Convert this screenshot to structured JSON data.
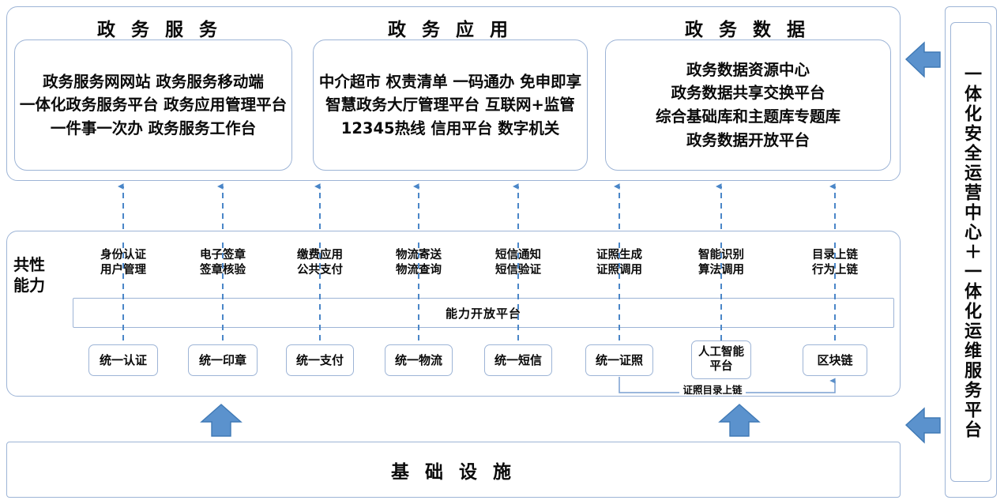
{
  "diagram": {
    "accent_color": "#4a86c8",
    "outline_color": "#9db4d6",
    "text_color": "#0a0a0a"
  },
  "top": {
    "columns": [
      {
        "title": "政 务 服 务",
        "lines": [
          "政务服务网网站 政务服务移动端",
          "一体化政务服务平台 政务应用管理平台",
          "一件事一次办 政务服务工作台"
        ]
      },
      {
        "title": "政 务 应 用",
        "lines": [
          "中介超市 权责清单 一码通办 免申即享",
          "智慧政务大厅管理平台 互联网+监管",
          "12345热线 信用平台 数字机关"
        ]
      },
      {
        "title": "政 务 数 据",
        "lines": [
          "政务数据资源中心",
          "政务数据共享交换平台",
          "综合基础库和主题库专题库",
          "政务数据开放平台"
        ]
      }
    ]
  },
  "middle": {
    "side_label": "共性能力",
    "open_platform_label": "能力开放平台",
    "capabilities": [
      {
        "head": "身份认证\n用户管理",
        "box": "统一认证"
      },
      {
        "head": "电子签章\n签章核验",
        "box": "统一印章"
      },
      {
        "head": "缴费应用\n公共支付",
        "box": "统一支付"
      },
      {
        "head": "物流寄送\n物流查询",
        "box": "统一物流"
      },
      {
        "head": "短信通知\n短信验证",
        "box": "统一短信"
      },
      {
        "head": "证照生成\n证照调用",
        "box": "统一证照"
      },
      {
        "head": "智能识别\n算法调用",
        "box": "人工智能\n平台"
      },
      {
        "head": "目录上链\n行为上链",
        "box": "区块链"
      }
    ],
    "connector_label": "证照目录上链"
  },
  "bottom": {
    "title": "基 础 设 施"
  },
  "right": {
    "label": "一体化安全运营中心＋一体化运维服务平台"
  },
  "icons": {
    "up_arrow": "up-arrow-icon",
    "left_arrow": "left-arrow-icon",
    "dashed_connector": "dashed-up-arrow-icon"
  }
}
